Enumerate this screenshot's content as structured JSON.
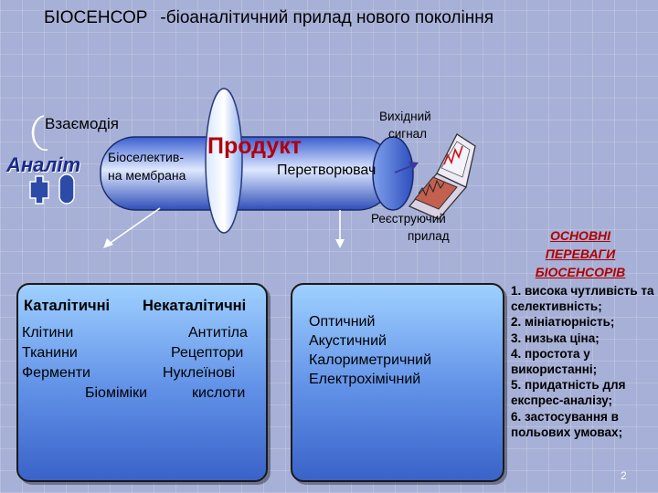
{
  "header": {
    "title": "БІОСЕНСОР",
    "subtitle": "-біоаналітичний прилад нового покоління"
  },
  "diagram": {
    "interaction": "Взаємодія",
    "analyte": "Аналіт",
    "membrane_line1": "Біоселектив-",
    "membrane_line2": "на мембрана",
    "product": "Продукт",
    "transducer": "Перетворювач",
    "output_line1": "Вихідний",
    "output_line2": "сигнал",
    "recorder_line1": "Реєструючий",
    "recorder_line2": "прилад"
  },
  "panel_catalytic": {
    "catalytic": "Каталітичні",
    "noncatalytic": "Некаталітичні",
    "left_items": [
      "Клітини",
      "Тканини",
      "Ферменти"
    ],
    "right_items": [
      "Антитіла",
      "Рецептори",
      "Нуклеїнові"
    ],
    "biomimics": "Біоміміки",
    "acids": "кислоти"
  },
  "panel_methods": {
    "items": [
      "Оптичний",
      "Акустичний",
      "Калориметричний",
      "Електрохімічний"
    ]
  },
  "advantages": {
    "title_lines": [
      "ОСНОВНІ",
      "ПЕРЕВАГИ",
      "БІОСЕНСОРІВ"
    ],
    "items": [
      "1. висока чутливість та селективність;",
      "2. мініатюрність;",
      "3. низька ціна;",
      "4. простота у використанні;",
      "5. придатність для експрес-аналізу;",
      "6. застосування в польових умовах;"
    ]
  },
  "page_number": "2"
}
